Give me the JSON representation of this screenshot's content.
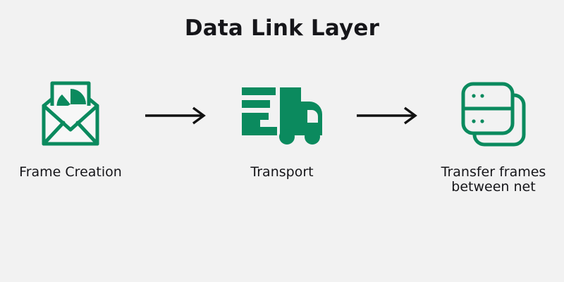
{
  "page": {
    "title": "Data Link Layer",
    "background_color": "#f2f2f2",
    "accent_color": "#0b8a5e",
    "text_color": "#151519",
    "arrow_color": "#111111"
  },
  "flow": {
    "steps": [
      {
        "label": "Frame Creation",
        "icon": "open-envelope-with-chart-letter-icon"
      },
      {
        "label": "Transport",
        "icon": "delivery-truck-icon"
      },
      {
        "label": "Transfer frames\nbetween net",
        "icon": "server-stack-icon"
      }
    ],
    "connectors": [
      {
        "icon": "arrow-right-icon"
      },
      {
        "icon": "arrow-right-icon"
      }
    ]
  }
}
